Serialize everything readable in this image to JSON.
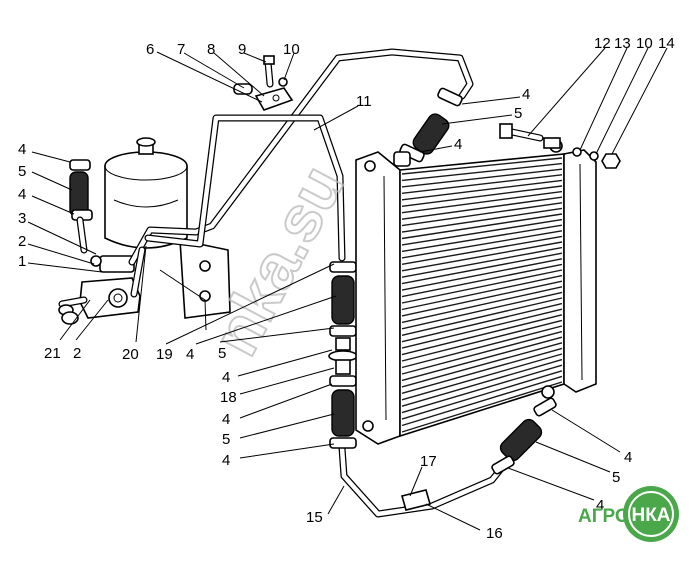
{
  "callouts": [
    {
      "id": "c6-top",
      "text": "6"
    },
    {
      "id": "c7-top",
      "text": "7"
    },
    {
      "id": "c8-top",
      "text": "8"
    },
    {
      "id": "c9-top",
      "text": "9"
    },
    {
      "id": "c10-top",
      "text": "10"
    },
    {
      "id": "c11",
      "text": "11"
    },
    {
      "id": "c4-upper-hose-a",
      "text": "4"
    },
    {
      "id": "c5-upper-hose",
      "text": "5"
    },
    {
      "id": "c4-upper-hose-b",
      "text": "4"
    },
    {
      "id": "c12",
      "text": "12"
    },
    {
      "id": "c13",
      "text": "13"
    },
    {
      "id": "c10-right",
      "text": "10"
    },
    {
      "id": "c14",
      "text": "14"
    },
    {
      "id": "c4-left-a",
      "text": "4"
    },
    {
      "id": "c5-left",
      "text": "5"
    },
    {
      "id": "c4-left-b",
      "text": "4"
    },
    {
      "id": "c3",
      "text": "3"
    },
    {
      "id": "c2-left",
      "text": "2"
    },
    {
      "id": "c1",
      "text": "1"
    },
    {
      "id": "c21",
      "text": "21"
    },
    {
      "id": "c2-bottom",
      "text": "2"
    },
    {
      "id": "c20",
      "text": "20"
    },
    {
      "id": "c19",
      "text": "19"
    },
    {
      "id": "c4-mid-a",
      "text": "4"
    },
    {
      "id": "c5-mid",
      "text": "5"
    },
    {
      "id": "c4-mid-b",
      "text": "4"
    },
    {
      "id": "c18",
      "text": "18"
    },
    {
      "id": "c4-lower-a",
      "text": "4"
    },
    {
      "id": "c5-lower",
      "text": "5"
    },
    {
      "id": "c4-lower-b",
      "text": "4"
    },
    {
      "id": "c17",
      "text": "17"
    },
    {
      "id": "c15",
      "text": "15"
    },
    {
      "id": "c16",
      "text": "16"
    },
    {
      "id": "c4-right-a",
      "text": "4"
    },
    {
      "id": "c5-right",
      "text": "5"
    },
    {
      "id": "c4-right-b",
      "text": "4"
    }
  ],
  "watermark": {
    "text": "nka.su"
  },
  "logo": {
    "left_text": "АГРО",
    "right_text": "НКА",
    "accent_color": "#4aa84a"
  },
  "colors": {
    "ink": "#000000",
    "paper": "#ffffff",
    "watermark": "#b9b9b9"
  }
}
